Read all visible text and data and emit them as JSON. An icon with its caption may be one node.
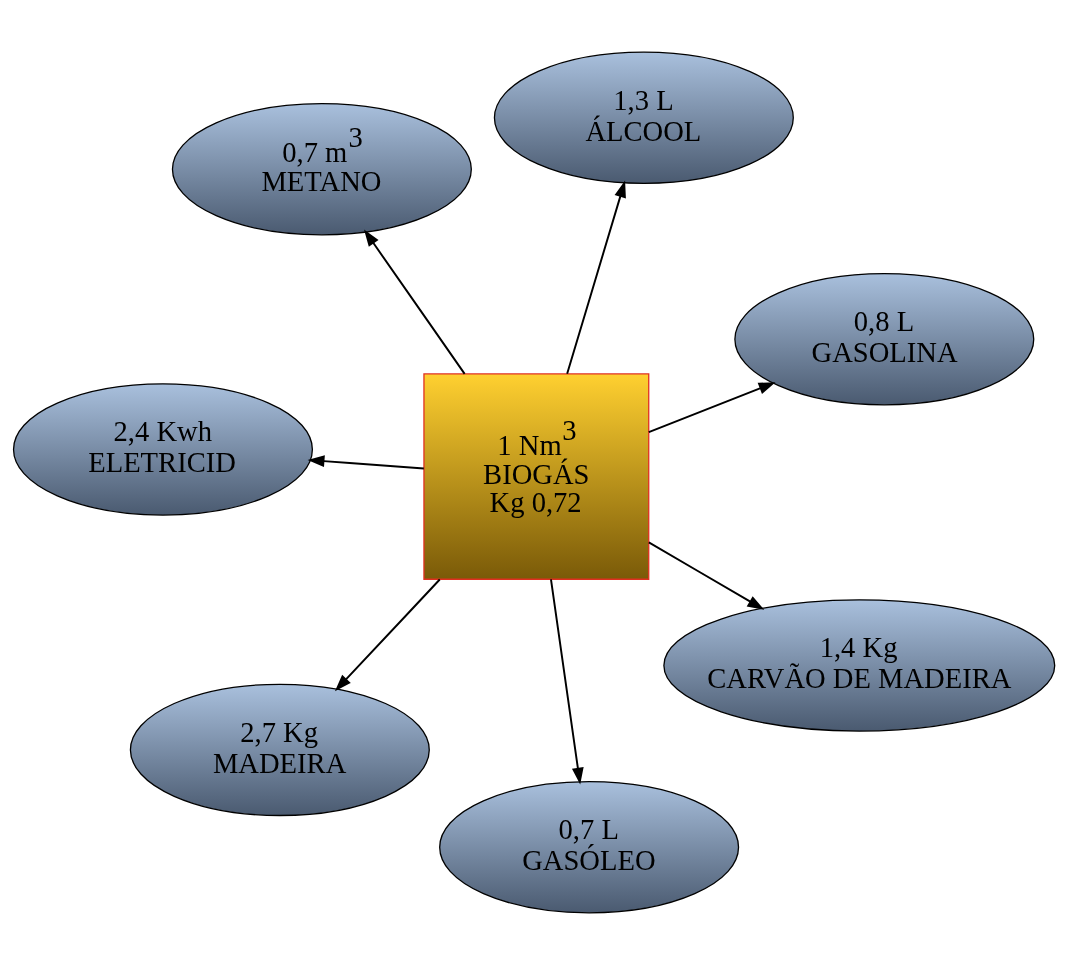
{
  "diagram": {
    "nodes": [
      {
        "text": [
          "0,7 m$^{3}$",
          "METANO"
        ]
      },
      {
        "text": [
          "0,8 L",
          "GASOLINA"
        ]
      },
      {
        "text": [
          "0,7 L",
          "GASÓLEO"
        ]
      },
      {
        "text": [
          "1 Nm$^{3}$",
          "BIOGÁS",
          "Kg 0,72"
        ]
      },
      {
        "text": [
          "1,3 L",
          "ÁLCOOL"
        ]
      },
      {
        "text": [
          "2,4 Kwh",
          "ELETRICID"
        ]
      },
      {
        "text": [
          "2,7 Kg",
          "MADEIRA"
        ]
      },
      {
        "text": [
          "1,4 Kg",
          "CARVÃO DE MADEIRA"
        ]
      }
    ],
    "edges": [
      {
        "from": 3,
        "to": 0,
        "arrow": "to"
      },
      {
        "from": 3,
        "to": 1,
        "arrow": "to"
      },
      {
        "from": 3,
        "to": 4,
        "arrow": "to"
      },
      {
        "from": 3,
        "to": 6,
        "arrow": "to"
      },
      {
        "from": 3,
        "to": 7,
        "arrow": "to"
      },
      {
        "from": 3,
        "to": 5,
        "arrow": "to"
      },
      {
        "from": 3,
        "to": 2,
        "arrow": "to"
      }
    ]
  }
}
